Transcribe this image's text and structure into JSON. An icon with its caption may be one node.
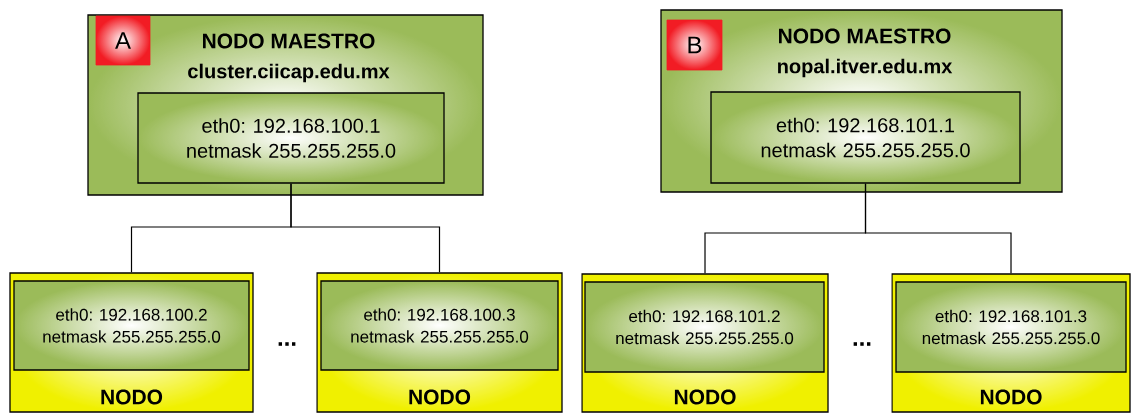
{
  "diagram": {
    "nodes": [
      {
        "text": [
          "NODO MAESTRO",
          "cluster.ciicap.edu.mx"
        ]
      },
      {
        "text": [
          "A"
        ],
        "in": 0
      },
      {
        "text": [
          "eth0: 192.168.100.1 netmask 255.255.255.0"
        ],
        "in": 0
      },
      {
        "text": [
          "NODO"
        ]
      },
      {
        "text": [
          "eth0: 192.168.100.2 netmask 255.255.255.0"
        ],
        "in": 3
      },
      {
        "text": [
          "NODO"
        ]
      },
      {
        "text": [
          "eth0: 192.168.100.3 netmask 255.255.255.0"
        ],
        "in": 5
      },
      {
        "text": [
          "NODO MAESTRO",
          "nopal.itver.edu.mx"
        ]
      },
      {
        "text": [
          "B"
        ],
        "in": 7
      },
      {
        "text": [
          "eth0: 192.168.101.1 netmask 255.255.255.0"
        ],
        "in": 7
      },
      {
        "text": [
          "NODO"
        ]
      },
      {
        "text": [
          "eth0: 192.168.101.2 netmask 255.255.255.0"
        ],
        "in": 10
      },
      {
        "text": [
          "NODO"
        ]
      },
      {
        "text": [
          "eth0: 192.168.101.3 netmask 255.255.255.0"
        ],
        "in": 12
      }
    ],
    "edges": [
      {
        "from": 2,
        "to": 3,
        "arrow": "none"
      },
      {
        "from": 2,
        "to": 5,
        "arrow": "none"
      },
      {
        "from": 9,
        "to": 10,
        "arrow": "none"
      },
      {
        "from": 9,
        "to": 12,
        "arrow": "none"
      }
    ],
    "labels": [
      "...",
      "..."
    ]
  }
}
